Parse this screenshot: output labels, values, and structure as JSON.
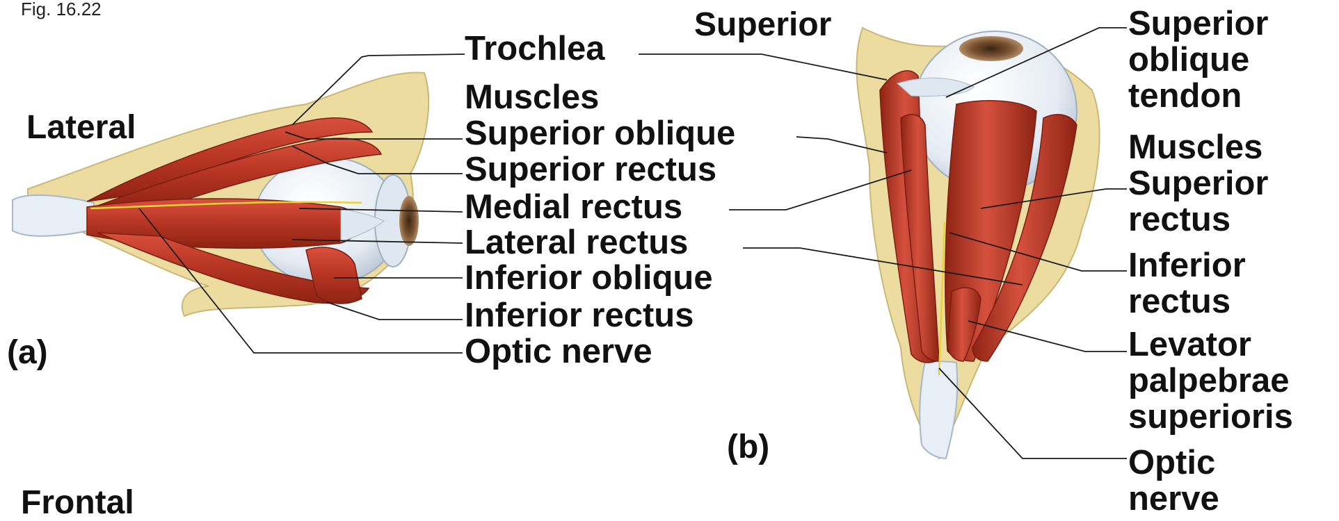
{
  "figure_label": "Fig. 16.22",
  "panel_a": {
    "view_label": "Lateral",
    "panel_letter": "(a)",
    "labels": {
      "trochlea": "Trochlea",
      "muscles_heading": "Muscles",
      "superior_oblique": "Superior oblique",
      "superior_rectus": "Superior rectus",
      "medial_rectus": "Medial rectus",
      "lateral_rectus": "Lateral rectus",
      "inferior_oblique": "Inferior oblique",
      "inferior_rectus": "Inferior rectus",
      "optic_nerve": "Optic nerve"
    }
  },
  "panel_b": {
    "view_label": "Superior",
    "panel_letter": "(b)",
    "labels": {
      "superior_oblique_tendon": [
        "Superior",
        "oblique",
        "tendon"
      ],
      "muscles_heading": "Muscles",
      "superior_rectus": [
        "Superior",
        "rectus"
      ],
      "inferior_rectus": [
        "Inferior",
        "rectus"
      ],
      "levator": [
        "Levator",
        "palpebrae",
        "superioris"
      ],
      "optic_nerve": [
        "Optic",
        "nerve"
      ]
    }
  },
  "bottom_label": "Frontal",
  "colors": {
    "muscle": "#c0392b",
    "muscle_light": "#e2735e",
    "bone": "#ecdca0",
    "eyeball": "#eef2f6",
    "nerve_line": "#e8d23a",
    "leader_line": "#1a1a1a"
  }
}
